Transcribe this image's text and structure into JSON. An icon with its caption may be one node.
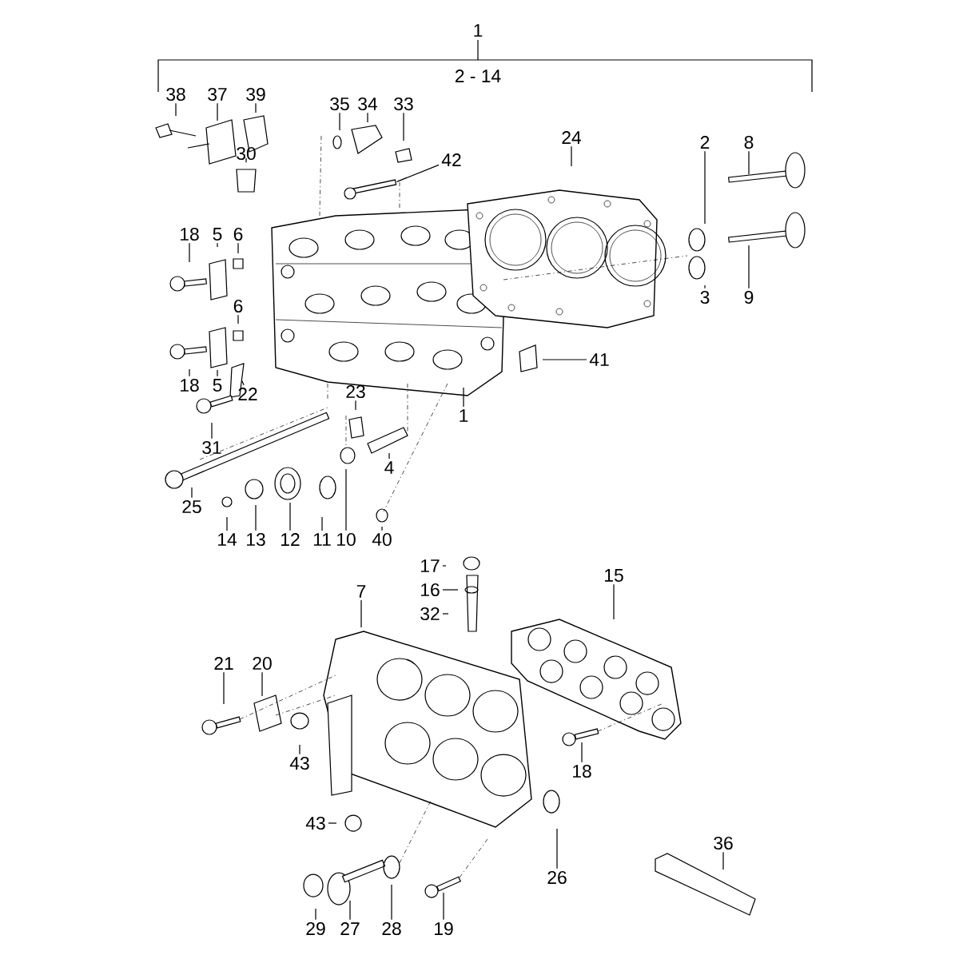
{
  "diagram": {
    "nodes": [
      {
        "text": [
          "38"
        ]
      },
      {
        "text": [
          "37"
        ]
      },
      {
        "text": [
          "39"
        ]
      },
      {
        "text": [
          "35"
        ]
      },
      {
        "text": [
          "34"
        ]
      },
      {
        "text": [
          "33"
        ]
      },
      {
        "text": [
          "30"
        ]
      },
      {
        "text": [
          "42"
        ]
      },
      {
        "text": [
          "24"
        ]
      },
      {
        "text": [
          "2"
        ]
      },
      {
        "text": [
          "8"
        ]
      },
      {
        "text": [
          "18"
        ]
      },
      {
        "text": [
          "5"
        ]
      },
      {
        "text": [
          "6"
        ]
      },
      {
        "text": [
          "6"
        ]
      },
      {
        "text": [
          "3"
        ]
      },
      {
        "text": [
          "9"
        ]
      },
      {
        "text": [
          "41"
        ]
      },
      {
        "text": [
          "18"
        ]
      },
      {
        "text": [
          "5"
        ]
      },
      {
        "text": [
          "23"
        ]
      },
      {
        "text": [
          "22"
        ]
      },
      {
        "text": [
          "1"
        ]
      },
      {
        "text": [
          "31"
        ]
      },
      {
        "text": [
          "4"
        ]
      },
      {
        "text": [
          "25"
        ]
      },
      {
        "text": [
          "14"
        ]
      },
      {
        "text": [
          "13"
        ]
      },
      {
        "text": [
          "12"
        ]
      },
      {
        "text": [
          "11"
        ]
      },
      {
        "text": [
          "10"
        ]
      },
      {
        "text": [
          "40"
        ]
      },
      {
        "text": [
          "17"
        ]
      },
      {
        "text": [
          "15"
        ]
      },
      {
        "text": [
          "16"
        ]
      },
      {
        "text": [
          "7"
        ]
      },
      {
        "text": [
          "32"
        ]
      },
      {
        "text": [
          "21"
        ]
      },
      {
        "text": [
          "20"
        ]
      },
      {
        "text": [
          "43"
        ]
      },
      {
        "text": [
          "18"
        ]
      },
      {
        "text": [
          "43"
        ]
      },
      {
        "text": [
          "36"
        ]
      },
      {
        "text": [
          "26"
        ]
      },
      {
        "text": [
          "29"
        ]
      },
      {
        "text": [
          "27"
        ]
      },
      {
        "text": [
          "28"
        ]
      },
      {
        "text": [
          "19"
        ]
      }
    ],
    "edges": [
      {
        "from": 0,
        "to": null,
        "arrow": "none"
      },
      {
        "from": 1,
        "to": null,
        "arrow": "none"
      },
      {
        "from": 2,
        "to": null,
        "arrow": "none"
      },
      {
        "from": 3,
        "to": null,
        "arrow": "none"
      },
      {
        "from": 4,
        "to": null,
        "arrow": "none"
      },
      {
        "from": 5,
        "to": null,
        "arrow": "none"
      },
      {
        "from": 6,
        "to": null,
        "arrow": "none"
      },
      {
        "from": 7,
        "to": null,
        "arrow": "none"
      },
      {
        "from": 8,
        "to": null,
        "arrow": "none"
      },
      {
        "from": 9,
        "to": null,
        "arrow": "none"
      },
      {
        "from": 10,
        "to": null,
        "arrow": "none"
      },
      {
        "from": 11,
        "to": null,
        "arrow": "none"
      },
      {
        "from": 12,
        "to": null,
        "arrow": "none"
      },
      {
        "from": 13,
        "to": null,
        "arrow": "none"
      },
      {
        "from": 14,
        "to": null,
        "arrow": "none"
      },
      {
        "from": 15,
        "to": null,
        "arrow": "none"
      },
      {
        "from": 16,
        "to": null,
        "arrow": "none"
      },
      {
        "from": 17,
        "to": null,
        "arrow": "none"
      },
      {
        "from": 18,
        "to": null,
        "arrow": "none"
      },
      {
        "from": 19,
        "to": null,
        "arrow": "none"
      },
      {
        "from": 20,
        "to": null,
        "arrow": "none"
      },
      {
        "from": 21,
        "to": null,
        "arrow": "none"
      },
      {
        "from": 22,
        "to": null,
        "arrow": "none"
      },
      {
        "from": 23,
        "to": null,
        "arrow": "none"
      },
      {
        "from": 24,
        "to": null,
        "arrow": "none"
      },
      {
        "from": 25,
        "to": null,
        "arrow": "none"
      },
      {
        "from": 26,
        "to": null,
        "arrow": "none"
      },
      {
        "from": 27,
        "to": null,
        "arrow": "none"
      },
      {
        "from": 28,
        "to": null,
        "arrow": "none"
      },
      {
        "from": 29,
        "to": null,
        "arrow": "none"
      },
      {
        "from": 30,
        "to": null,
        "arrow": "none"
      },
      {
        "from": 31,
        "to": null,
        "arrow": "none"
      },
      {
        "from": 32,
        "to": null,
        "arrow": "none"
      },
      {
        "from": 33,
        "to": null,
        "arrow": "none"
      },
      {
        "from": 34,
        "to": null,
        "arrow": "none"
      },
      {
        "from": 35,
        "to": null,
        "arrow": "none"
      },
      {
        "from": 36,
        "to": null,
        "arrow": "none"
      },
      {
        "from": 37,
        "to": null,
        "arrow": "none"
      },
      {
        "from": 38,
        "to": null,
        "arrow": "none"
      },
      {
        "from": 39,
        "to": null,
        "arrow": "none"
      },
      {
        "from": 40,
        "to": null,
        "arrow": "none"
      },
      {
        "from": 41,
        "to": null,
        "arrow": "none"
      },
      {
        "from": 42,
        "to": null,
        "arrow": "none"
      },
      {
        "from": 43,
        "to": null,
        "arrow": "none"
      },
      {
        "from": 44,
        "to": null,
        "arrow": "none"
      },
      {
        "from": 45,
        "to": null,
        "arrow": "none"
      },
      {
        "from": 46,
        "to": null,
        "arrow": "none"
      },
      {
        "from": 47,
        "to": null,
        "arrow": "none"
      }
    ],
    "labels": [
      "1",
      "2 - 14"
    ]
  }
}
